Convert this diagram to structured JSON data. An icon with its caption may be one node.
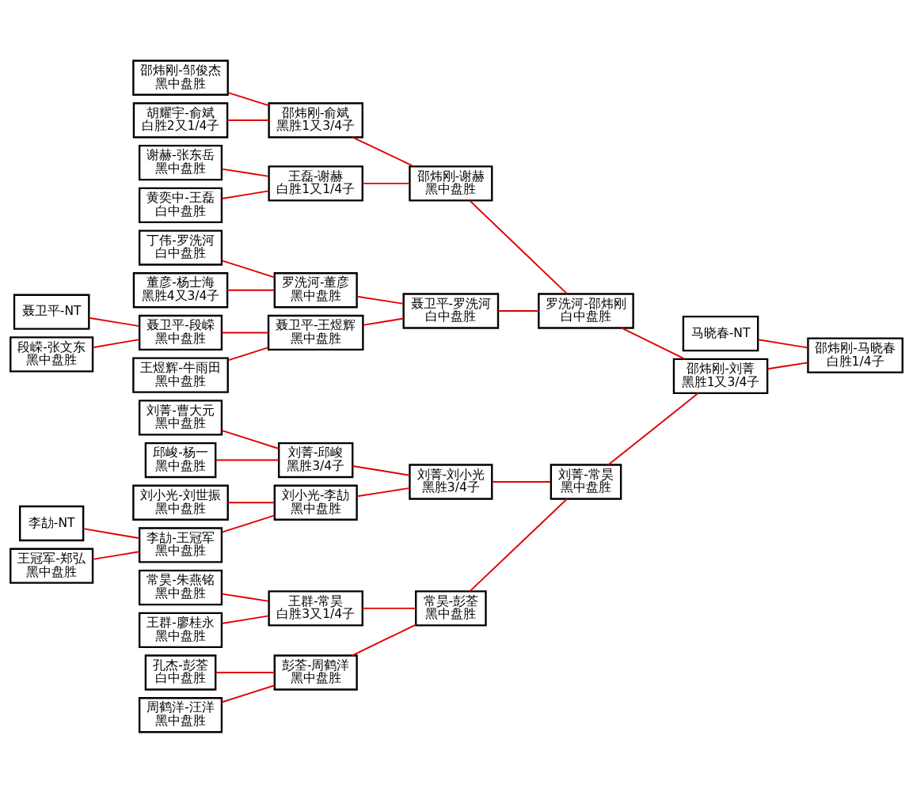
{
  "diagram": {
    "nodes": [
      {
        "text": [
          "马晓春-NT"
        ]
      },
      {
        "text": [
          "邵炜刚-邹俊杰",
          "黑中盘胜"
        ]
      },
      {
        "text": [
          "胡耀宇-俞斌",
          "白胜2又1/4子"
        ]
      },
      {
        "text": [
          "邵炜刚-俞斌",
          "黑胜1又3/4子"
        ]
      },
      {
        "text": [
          "邵炜刚-谢赫",
          "黑中盘胜"
        ]
      },
      {
        "text": [
          "谢赫-张东岳",
          "黑中盘胜"
        ]
      },
      {
        "text": [
          "黄奕中-王磊",
          "白中盘胜"
        ]
      },
      {
        "text": [
          "王磊-谢赫",
          "白胜1又1/4子"
        ]
      },
      {
        "text": [
          "罗洗河-邵炜刚",
          "白中盘胜"
        ]
      },
      {
        "text": [
          "丁伟-罗洗河",
          "白中盘胜"
        ]
      },
      {
        "text": [
          "董彦-杨士海",
          "黑胜4又3/4子"
        ]
      },
      {
        "text": [
          "罗洗河-董彦",
          "黑中盘胜"
        ]
      },
      {
        "text": [
          "聂卫平-罗洗河",
          "白中盘胜"
        ]
      },
      {
        "text": [
          "聂卫平-NT"
        ]
      },
      {
        "text": [
          "聂卫平-段嵘",
          "黑中盘胜"
        ]
      },
      {
        "text": [
          "段嵘-张文东",
          "黑中盘胜"
        ]
      },
      {
        "text": [
          "聂卫平-王煜辉",
          "黑中盘胜"
        ]
      },
      {
        "text": [
          "王煜辉-牛雨田",
          "黑中盘胜"
        ]
      },
      {
        "text": [
          "邵炜刚-马晓春",
          "白胜1/4子"
        ]
      },
      {
        "text": [
          "邵炜刚-刘菁",
          "黑胜1又3/4子"
        ]
      },
      {
        "text": [
          "刘菁-曹大元",
          "黑中盘胜"
        ]
      },
      {
        "text": [
          "邱峻-杨一",
          "黑中盘胜"
        ]
      },
      {
        "text": [
          "刘菁-邱峻",
          "黑胜3/4子"
        ]
      },
      {
        "text": [
          "刘小光-刘世振",
          "黑中盘胜"
        ]
      },
      {
        "text": [
          "刘菁-刘小光",
          "黑胜3/4子"
        ]
      },
      {
        "text": [
          "李劼-NT"
        ]
      },
      {
        "text": [
          "刘小光-李劼",
          "黑中盘胜"
        ]
      },
      {
        "text": [
          "李劼-王冠军",
          "黑中盘胜"
        ]
      },
      {
        "text": [
          "王冠军-郑弘",
          "黑中盘胜"
        ]
      },
      {
        "text": [
          "刘菁-常昊",
          "黑中盘胜"
        ]
      },
      {
        "text": [
          "常昊-朱燕铭",
          "黑中盘胜"
        ]
      },
      {
        "text": [
          "王群-常昊",
          "白胜3又1/4子"
        ]
      },
      {
        "text": [
          "王群-廖桂永",
          "黑中盘胜"
        ]
      },
      {
        "text": [
          "常昊-彭荃",
          "黑中盘胜"
        ]
      },
      {
        "text": [
          "孔杰-彭荃",
          "白中盘胜"
        ]
      },
      {
        "text": [
          "彭荃-周鹤洋",
          "黑中盘胜"
        ]
      },
      {
        "text": [
          "周鹤洋-汪洋",
          "黑中盘胜"
        ]
      }
    ],
    "edges": [
      {
        "from": 1,
        "to": 3,
        "arrow": "none"
      },
      {
        "from": 2,
        "to": 3,
        "arrow": "none"
      },
      {
        "from": 5,
        "to": 7,
        "arrow": "none"
      },
      {
        "from": 6,
        "to": 7,
        "arrow": "none"
      },
      {
        "from": 3,
        "to": 4,
        "arrow": "none"
      },
      {
        "from": 7,
        "to": 4,
        "arrow": "none"
      },
      {
        "from": 9,
        "to": 11,
        "arrow": "none"
      },
      {
        "from": 10,
        "to": 11,
        "arrow": "none"
      },
      {
        "from": 13,
        "to": 14,
        "arrow": "none"
      },
      {
        "from": 15,
        "to": 14,
        "arrow": "none"
      },
      {
        "from": 14,
        "to": 16,
        "arrow": "none"
      },
      {
        "from": 17,
        "to": 16,
        "arrow": "none"
      },
      {
        "from": 11,
        "to": 12,
        "arrow": "none"
      },
      {
        "from": 16,
        "to": 12,
        "arrow": "none"
      },
      {
        "from": 4,
        "to": 8,
        "arrow": "none"
      },
      {
        "from": 12,
        "to": 8,
        "arrow": "none"
      },
      {
        "from": 8,
        "to": 19,
        "arrow": "none"
      },
      {
        "from": 20,
        "to": 22,
        "arrow": "none"
      },
      {
        "from": 21,
        "to": 22,
        "arrow": "none"
      },
      {
        "from": 23,
        "to": 26,
        "arrow": "none"
      },
      {
        "from": 25,
        "to": 27,
        "arrow": "none"
      },
      {
        "from": 28,
        "to": 27,
        "arrow": "none"
      },
      {
        "from": 27,
        "to": 26,
        "arrow": "none"
      },
      {
        "from": 22,
        "to": 24,
        "arrow": "none"
      },
      {
        "from": 26,
        "to": 24,
        "arrow": "none"
      },
      {
        "from": 30,
        "to": 31,
        "arrow": "none"
      },
      {
        "from": 32,
        "to": 31,
        "arrow": "none"
      },
      {
        "from": 34,
        "to": 35,
        "arrow": "none"
      },
      {
        "from": 36,
        "to": 35,
        "arrow": "none"
      },
      {
        "from": 31,
        "to": 33,
        "arrow": "none"
      },
      {
        "from": 35,
        "to": 33,
        "arrow": "none"
      },
      {
        "from": 24,
        "to": 29,
        "arrow": "none"
      },
      {
        "from": 33,
        "to": 29,
        "arrow": "none"
      },
      {
        "from": 29,
        "to": 19,
        "arrow": "none"
      },
      {
        "from": 19,
        "to": 18,
        "arrow": "none"
      },
      {
        "from": 0,
        "to": 18,
        "arrow": "none"
      }
    ]
  }
}
